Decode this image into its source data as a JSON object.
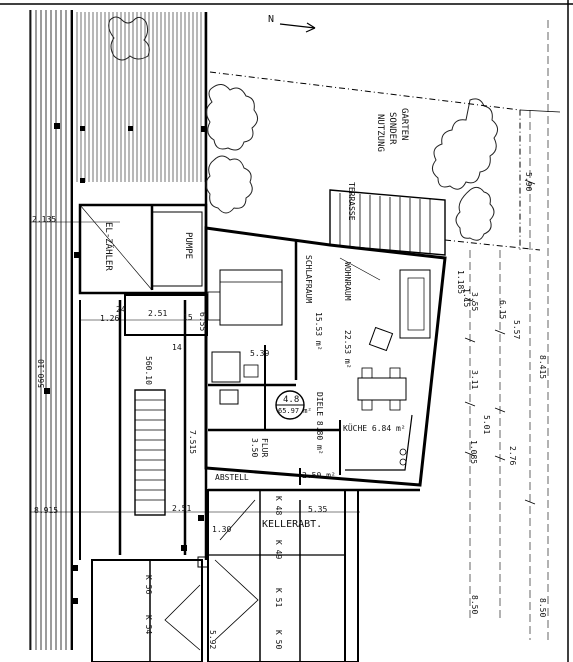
{
  "north": "N",
  "rooms": {
    "garten": "GARTEN",
    "sondernutzung": "SONDER",
    "nutzung": "NUTZUNG",
    "terrasse": "TERRASSE",
    "el_zaehler": "EL-ZÄHLER",
    "pumpe": "PUMPE",
    "schlafraum": "SCHLAFRAUM",
    "schlafraum_area": "15.53 m²",
    "wohnraum": "WOHNRAUM",
    "wohnraum_area": "22.53 m²",
    "diele": "DIELE 8.80 m²",
    "kueche": "KÜCHE 6.84 m²",
    "flur": "FLUR",
    "flur_area": "3.50",
    "abstell": "ABSTELL",
    "abstell_area": "2.50 m²",
    "kellerabt": "KELLERABT.",
    "bad_area": "5.39",
    "flat_number": "4.8",
    "flat_area": "65.97 m²"
  },
  "keller": [
    "K 48",
    "K 49",
    "K 51",
    "K 50",
    "K 56",
    "K 54"
  ],
  "dims": {
    "d_2135": "2.135",
    "d_56010": "560.10",
    "d_56010b": "560.10",
    "d_126": "1.26",
    "d_251a": "2.51",
    "d_251b": "2.51",
    "d_7515": "7.515",
    "d_8915": "8.915",
    "d_130": "1.30",
    "d_535": "5.35",
    "d_24": "24",
    "d_115": "1.15",
    "d_1185": "1.185",
    "d_355": "3.55",
    "d_615": "6.15",
    "d_557": "5.57",
    "d_8415": "8.415",
    "d_311": "3.11",
    "d_501": "5.01",
    "d_1085": "1.085",
    "d_276": "2.76",
    "d_590": "5.90",
    "d_850": "8.50",
    "d_850b": "8.50",
    "d_592": "5.92",
    "d_14": "14",
    "d_15": "15",
    "d_655": "6.55"
  }
}
